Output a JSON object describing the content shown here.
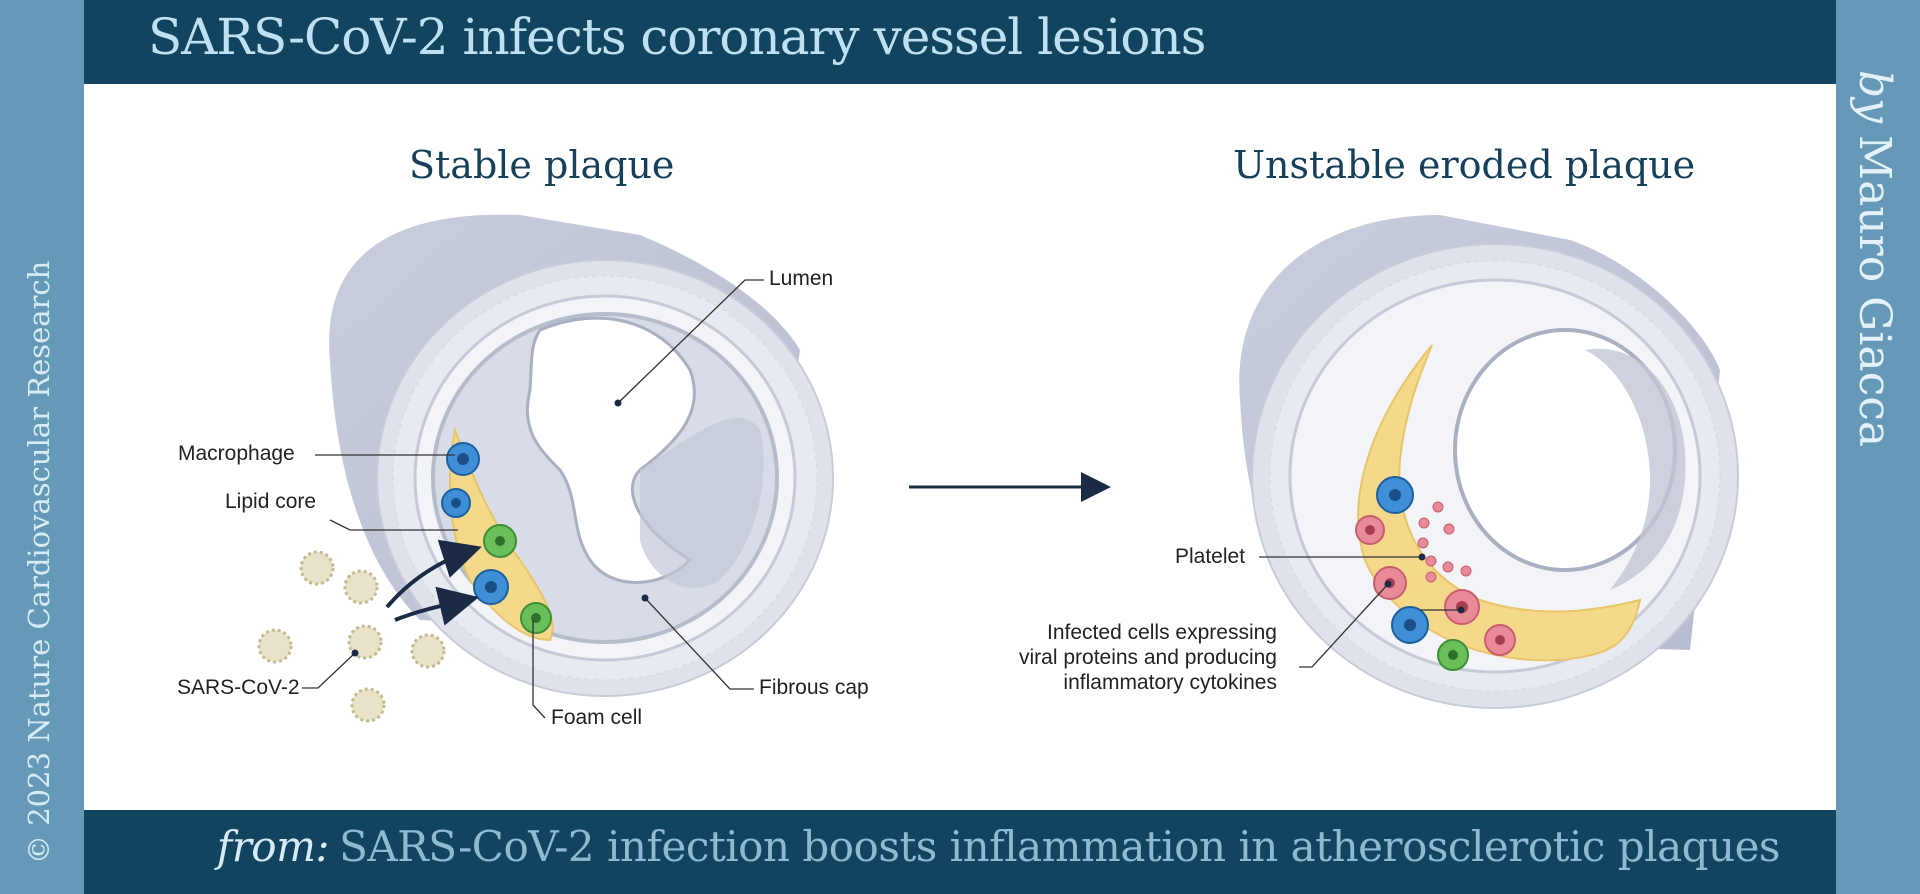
{
  "header": {
    "title": "SARS-CoV-2 infects coronary vessel lesions"
  },
  "footer": {
    "from_label": "from:",
    "source_title": "SARS-CoV-2 infection boosts inflammation in atherosclerotic plaques"
  },
  "side": {
    "copyright": "© 2023 Nature Cardiovascular Research",
    "by_label": "by",
    "author": "Mauro Giacca"
  },
  "left_panel": {
    "heading": "Stable plaque",
    "labels": {
      "lumen": "Lumen",
      "macrophage": "Macrophage",
      "lipid_core": "Lipid core",
      "sars_cov_2": "SARS-CoV-2",
      "foam_cell": "Foam cell",
      "fibrous_cap": "Fibrous cap"
    }
  },
  "right_panel": {
    "heading": "Unstable eroded plaque",
    "labels": {
      "platelet": "Platelet",
      "infected_cells": "Infected cells expressing viral proteins and producing inflammatory cytokines"
    }
  },
  "colors": {
    "header_bg": "#12445f",
    "side_band": "#6699b8",
    "vessel_wall": "#d4d8e4",
    "lipid_core": "#f5d98a",
    "macrophage": "#3f8fd6",
    "foam_cell": "#6bbf5a",
    "infected_cell": "#e98a98",
    "virus": "#d7cfae"
  }
}
